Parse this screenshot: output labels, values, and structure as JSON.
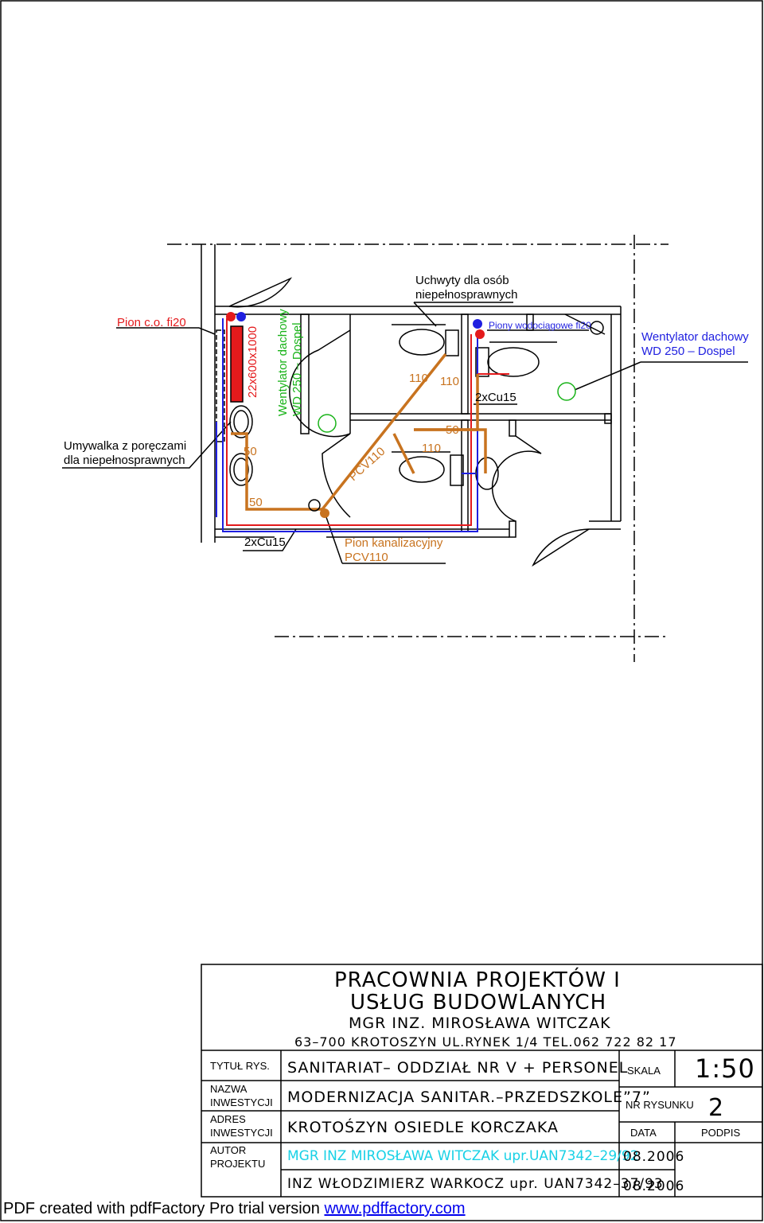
{
  "labels": {
    "pion_co": "Pion  c.o.  fi20",
    "umywalka_1": "Umywalka  z  poręczami",
    "umywalka_2": "dla  niepełnosprawnych",
    "uchwyty_1": "Uchwyty  dla  osób",
    "uchwyty_2": "niepełnosprawnych",
    "piony": "Piony  wodociągowe  fi20",
    "went_right_1": "Wentylator  dachowy",
    "went_right_2": "WD  250  –  Dospel",
    "went_vert_1": "Wentylator  dachowy",
    "went_vert_2": "WD  250  –  Dospel",
    "duct": "22x600x1000",
    "cu15_left": "2xCu15",
    "cu15_mid": "2xCu15",
    "pion_kan_1": "Pion  kanalizacyjny",
    "pion_kan_2": "PCV110",
    "pcv110_diag": "PCV110",
    "d50_a": "50",
    "d50_b": "50",
    "d50_c": "50",
    "d110_a": "110",
    "d110_b": "110",
    "d110_c": "110"
  },
  "titleblock": {
    "office_1": "PRACOWNIA  PROJEKTÓW    I",
    "office_2": "USŁUG    BUDOWLANYCH",
    "office_3": "MGR  INZ.  MIROSŁAWA    WITCZAK",
    "office_4": "63–700  KROTOSZYN  UL.RYNEK  1/4    TEL.062  722  82  17",
    "k_tytul": "TYTUŁ  RYS.",
    "v_tytul": "SANITARIAT–  ODDZIAŁ  NR  V  +  PERSONEL",
    "k_nazwa_1": "NAZWA",
    "k_nazwa_2": "INWESTYCJI",
    "v_nazwa": "MODERNIZACJA  SANITAR.–PRZEDSZKOLE”7”",
    "k_adres_1": "ADRES",
    "k_adres_2": "INWESTYCJI",
    "v_adres": "KROTOŚZYN  OSIEDLE  KORCZAKA",
    "k_autor_1": "AUTOR",
    "k_autor_2": "PROJEKTU",
    "v_autor_1": "MGR  INZ  MIROSŁAWA  WITCZAK  upr.UAN7342–29/92",
    "v_autor_2": "INZ  WŁODZIMIERZ  WARKOCZ  upr.  UAN7342–37/93",
    "k_skala": "SKALA",
    "v_skala": "1:50",
    "k_nr": "NR  RYSUNKU",
    "v_nr": "2",
    "k_data": "DATA",
    "k_podpis": "PODPIS",
    "v_data_1": "08.2006",
    "v_data_2": "08.2006"
  },
  "footer": {
    "text": "PDF created with pdfFactory Pro trial version ",
    "link": "www.pdffactory.com"
  },
  "colors": {
    "hot": "#e41a1c",
    "cold": "#1f1fe0",
    "sewer": "#c8731f",
    "vent": "#19b319",
    "cyan": "#19d1e6"
  }
}
